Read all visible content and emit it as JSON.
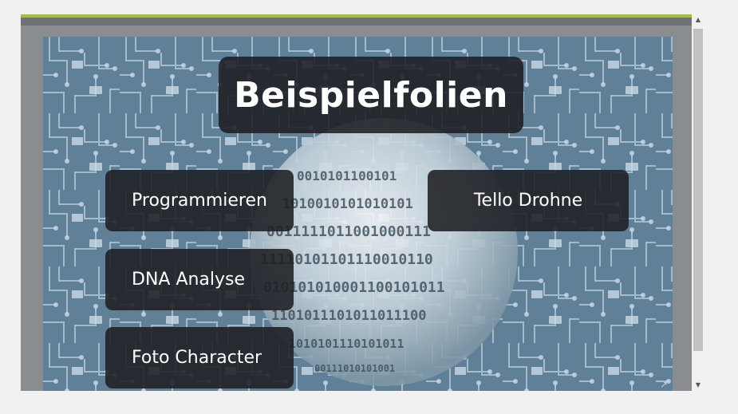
{
  "slide": {
    "title": "Beispielfolien",
    "tiles": [
      {
        "label": "Programmieren"
      },
      {
        "label": "DNA Analyse"
      },
      {
        "label": "Foto Character"
      },
      {
        "label": "Tello Drohne"
      }
    ]
  },
  "colors": {
    "accent": "#a2c03a",
    "tile_bg": "#1e1f23",
    "circuit_bg": "#5f8096"
  },
  "icons": {
    "resize": "resize-handle-icon",
    "scroll_up": "arrow-up-icon",
    "scroll_down": "arrow-down-icon"
  }
}
